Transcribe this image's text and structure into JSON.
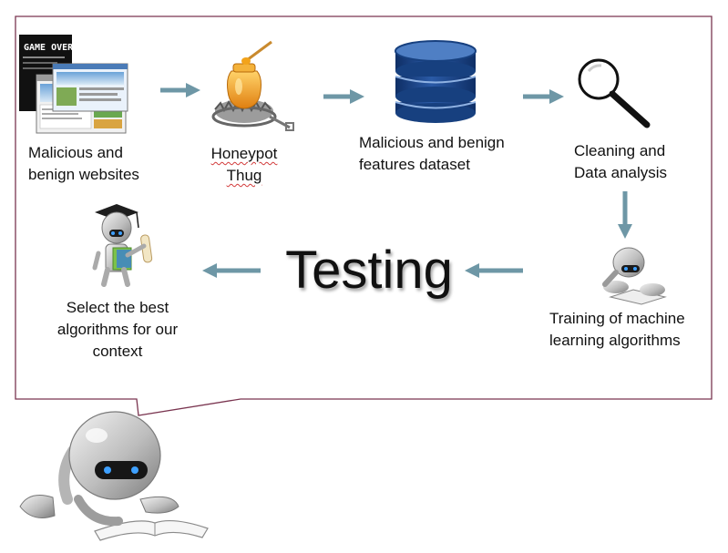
{
  "steps": {
    "websites": {
      "line1": "Malicious and",
      "line2": "benign websites"
    },
    "honeypot": {
      "line1": "Honeypot",
      "line2": "Thug"
    },
    "dataset": {
      "line1": "Malicious and benign",
      "line2": "features dataset"
    },
    "analysis": {
      "line1": "Cleaning and",
      "line2": "Data analysis"
    },
    "training": {
      "line1": "Training of machine",
      "line2": "learning algorithms"
    },
    "select": {
      "line1": "Select the best",
      "line2": "algorithms for our",
      "line3": "context"
    }
  },
  "center_title": "Testing",
  "screenshot_text": "GAME OVER",
  "icons": {
    "websites": "browser-screenshots-icon",
    "honeypot": "honey-jar-trap-icon",
    "dataset": "database-icon",
    "analysis": "magnifying-glass-icon",
    "training": "robot-reading-icon",
    "select": "graduate-robot-icon",
    "mascot": "robot-reading-mascot-icon"
  },
  "colors": {
    "frame_border": "#7a3550",
    "arrow": "#6e97a6",
    "database_blue": "#17407f",
    "database_highlight": "#4f7fc4",
    "honey": "#f2a31b"
  }
}
